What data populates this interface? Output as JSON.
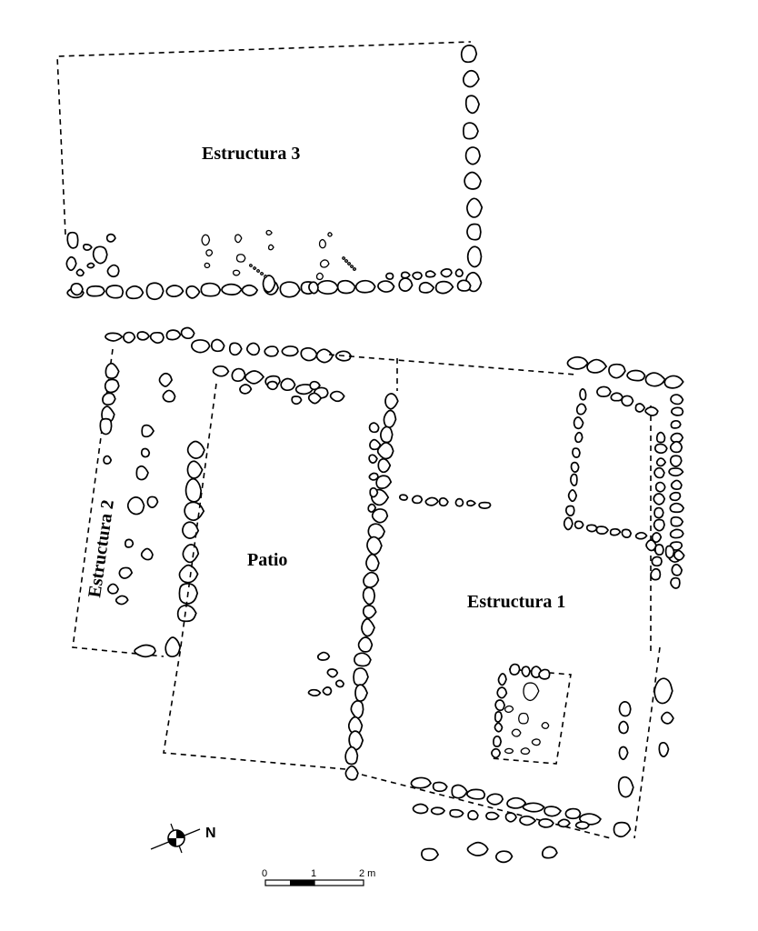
{
  "plan": {
    "structures": [
      {
        "key": "e3",
        "label": "Estructura 3"
      },
      {
        "key": "e2",
        "label": "Estructura 2"
      },
      {
        "key": "patio",
        "label": "Patio"
      },
      {
        "key": "e1",
        "label": "Estructura 1"
      }
    ],
    "north_label": "N",
    "scale": {
      "ticks": [
        "0",
        "1",
        "2 m"
      ]
    }
  },
  "colors": {
    "ink": "#000000",
    "paper": "#ffffff"
  }
}
